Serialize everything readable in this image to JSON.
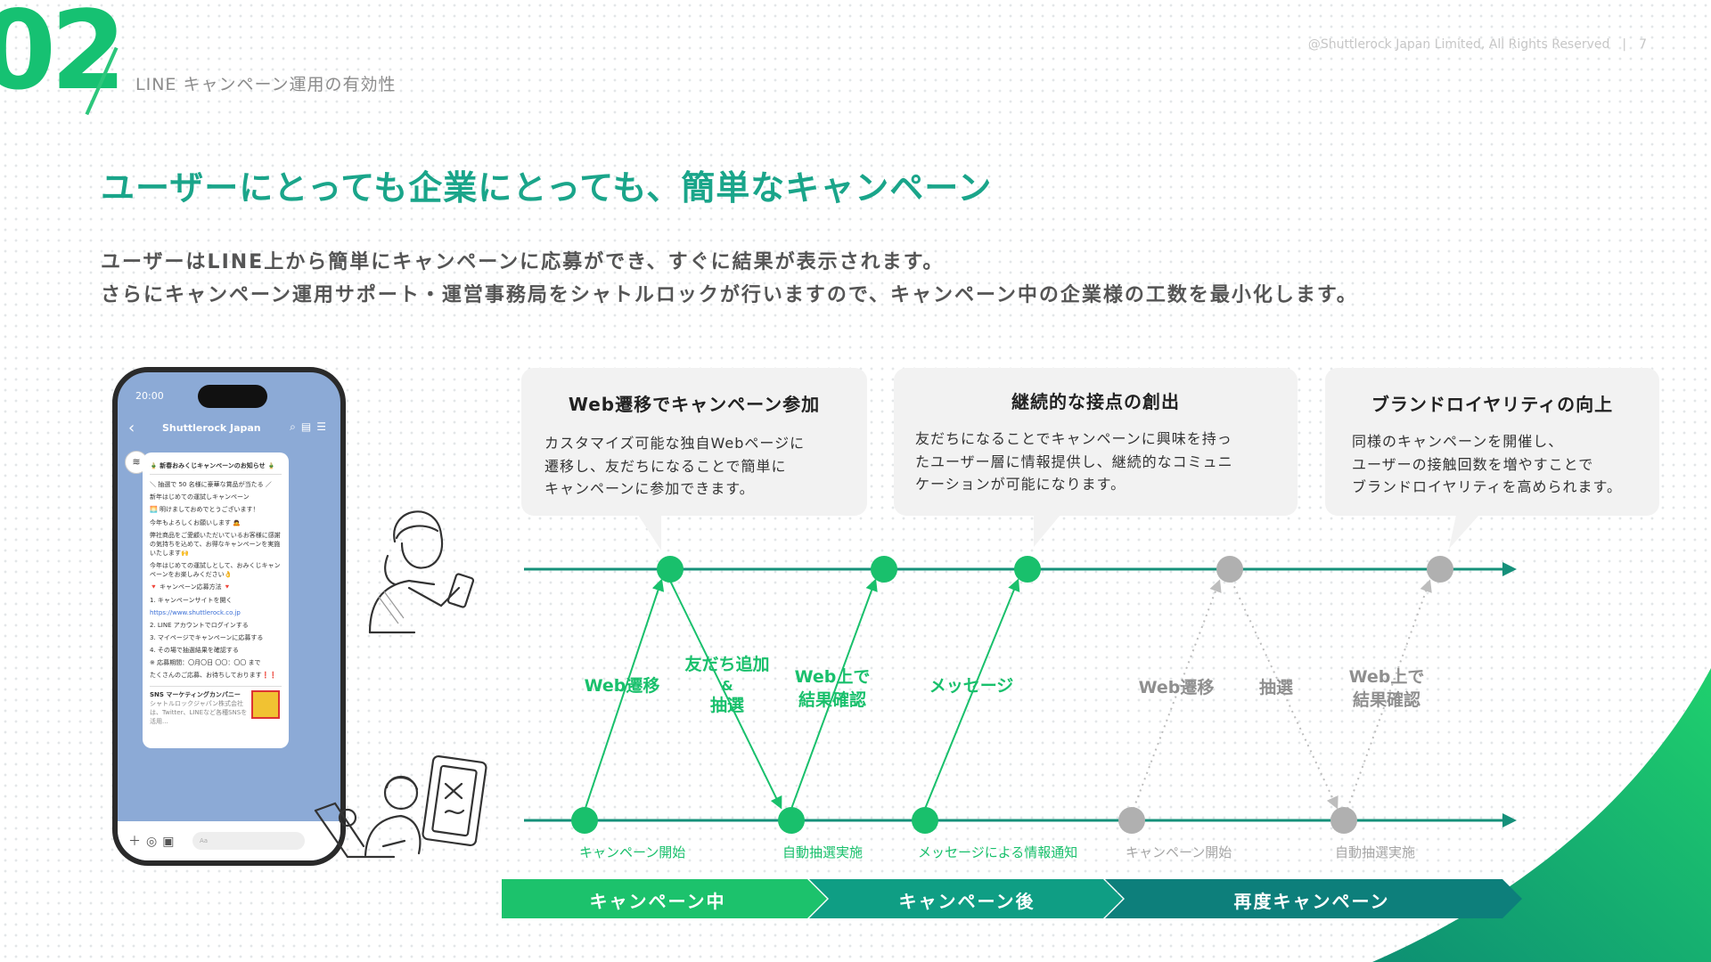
{
  "header": {
    "section_number": "02",
    "section_label": "LINE キャンペーン運用の有効性",
    "copyright": "@Shuttlerock Japan Limited, All Rights Reserved　|　7"
  },
  "headline": "ユーザーにとっても企業にとっても、簡単なキャンペーン",
  "lead": [
    "ユーザーはLINE上から簡単にキャンペーンに応募ができ、すぐに結果が表示されます。",
    "さらにキャンペーン運用サポート・運営事務局をシャトルロックが行いますので、キャンペーン中の企業様の工数を最小化します。"
  ],
  "phone": {
    "time": "20:00",
    "account": "Shuttlerock Japan",
    "input_placeholder": "Aa",
    "message_title": "🎍 新春おみくじキャンペーンのお知らせ 🎍",
    "message_lines": [
      "＼ 抽選で 50 名様に豪華な賞品が当たる ／",
      "新年はじめての運試しキャンペーン",
      "🌅 明けましておめでとうございます！",
      "今年もよろしくお願いします 🙇",
      "弊社商品をご愛顧いただいているお客様に感謝の気持ちを込めて、お得なキャンペーンを実施いたします🙌",
      "今年はじめての運試しとして、おみくじキャンペーンをお楽しみください👌",
      "🔻 キャンペーン応募方法 🔻",
      "1. キャンペーンサイトを開く",
      "https://www.shuttlerock.co.jp",
      "2. LINE アカウントでログインする",
      "3. マイページでキャンペーンに応募する",
      "4. その場で抽選結果を確認する",
      "※ 応募期間：〇月〇日 〇〇：〇〇 まで",
      "たくさんのご応募、お待ちしております❗❗"
    ],
    "card_title": "SNS マーケティングカンパニー",
    "card_sub": "シャトルロックジャパン株式会社は、Twitter、LINEなど各種SNSを活用..."
  },
  "boxes": [
    {
      "title": "Web遷移でキャンペーン参加",
      "body": [
        "カスタマイズ可能な独自Webページに",
        "遷移し、友だちになることで簡単に",
        "キャンペーンに参加できます。"
      ]
    },
    {
      "title": "継続的な接点の創出",
      "body": [
        "友だちになることでキャンペーンに興味を持っ",
        "たユーザー層に情報提供し、継続的なコミュニ",
        "ケーションが可能になります。"
      ]
    },
    {
      "title": "ブランドロイヤリティの向上",
      "body": [
        "同様のキャンペーンを開催し、",
        "ユーザーの接触回数を増やすことで",
        "ブランドロイヤリティを高められます。"
      ]
    }
  ],
  "flow_labels": {
    "web_transition": "Web遷移",
    "friend_add": [
      "友だち追加",
      "&",
      "抽選"
    ],
    "check_result": [
      "Web上で",
      "結果確認"
    ],
    "message": "メッセージ",
    "web_transition_gray": "Web遷移",
    "lottery_gray": "抽選",
    "check_result_gray": [
      "Web上で",
      "結果確認"
    ]
  },
  "bottom_labels": {
    "campaign_start": "キャンペーン開始",
    "auto_lottery": "自動抽選実施",
    "message_notice": "メッセージによる情報通知",
    "campaign_start_gray": "キャンペーン開始",
    "auto_lottery_gray": "自動抽選実施"
  },
  "phases": [
    "キャンペーン中",
    "キャンペーン後",
    "再度キャンペーン"
  ],
  "colors": {
    "green": "#19c06c",
    "teal": "#1aa58a",
    "line": "#15907a",
    "gray": "#b0b0b0",
    "phase1": "#1cc26c",
    "phase2": "#0f9e84",
    "phase3": "#0d7f7b"
  }
}
